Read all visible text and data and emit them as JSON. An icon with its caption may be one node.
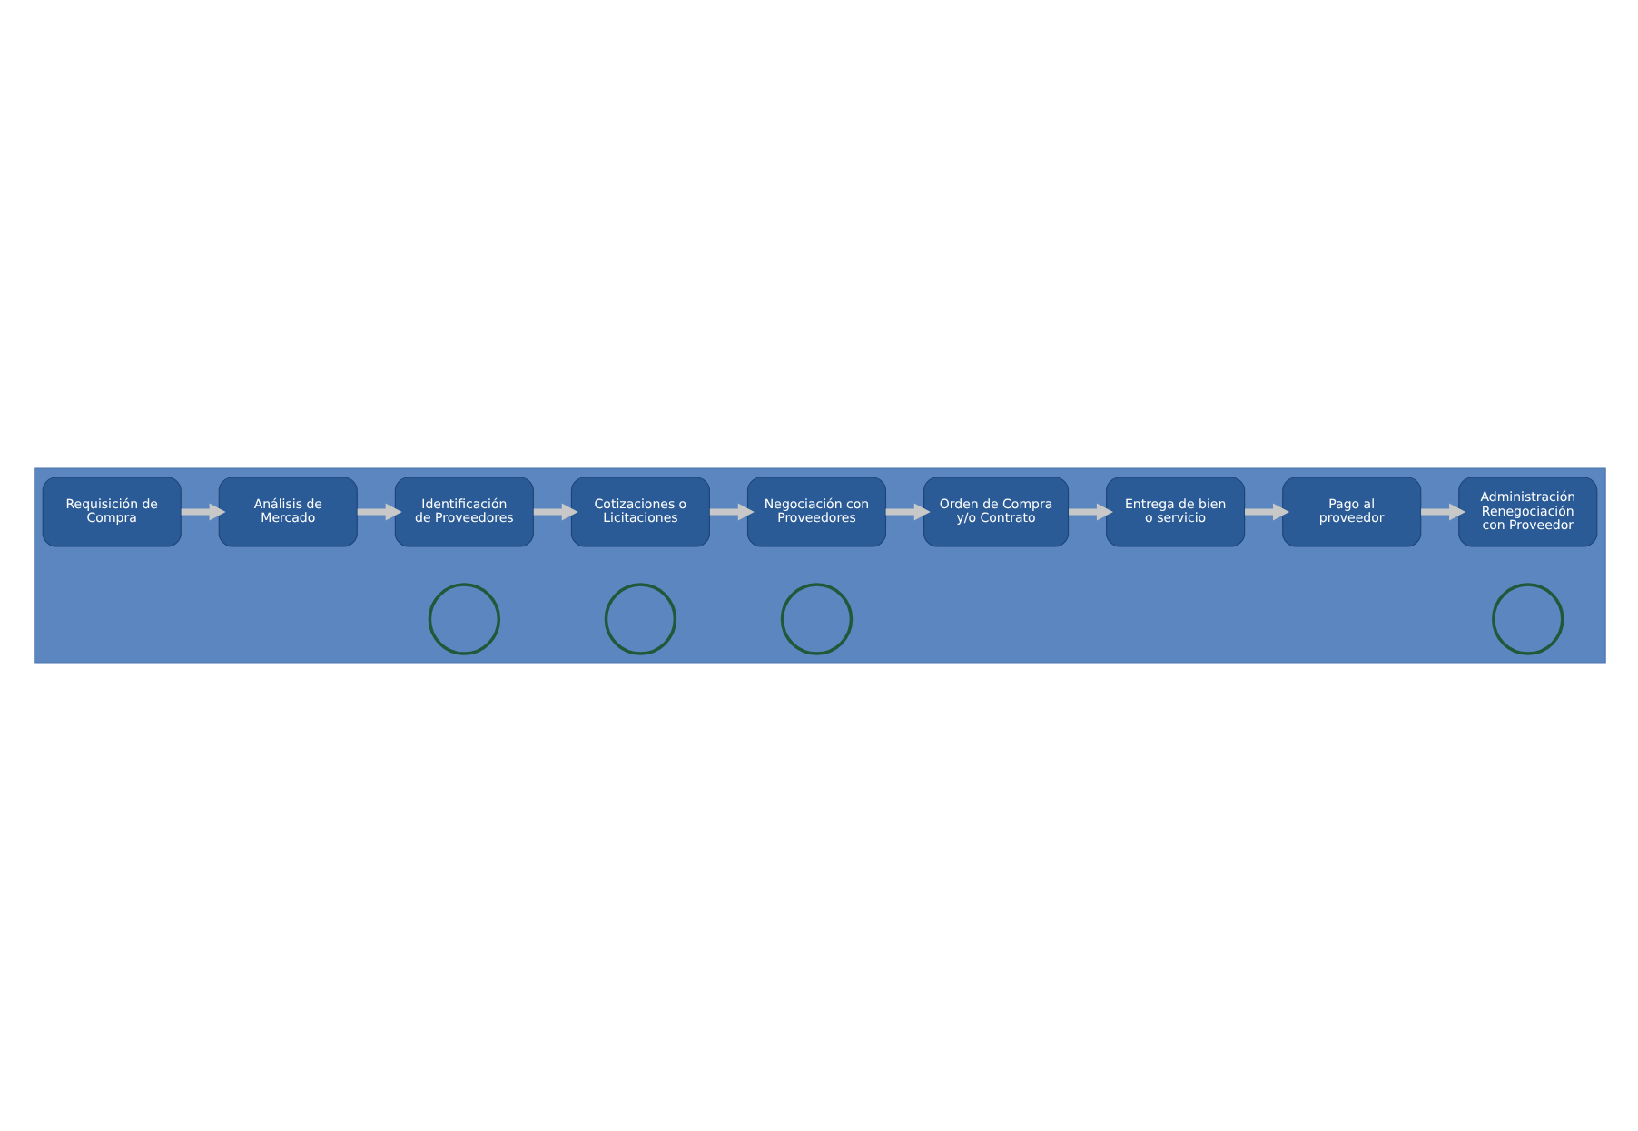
{
  "diagram": {
    "nodes": [
      {
        "text": [],
        "shape": "arrow"
      },
      {
        "text": [
          "Requisición de Compra"
        ],
        "in": 0
      },
      {
        "text": [
          "Análisis de Mercado"
        ],
        "in": 0
      },
      {
        "text": [],
        "shape": "circle",
        "in": 0
      },
      {
        "text": [
          "Identificación de Proveedores"
        ],
        "in": 0
      },
      {
        "text": [
          "Orden de Compra y/o Contrato"
        ],
        "in": 0
      },
      {
        "text": [],
        "shape": "circle",
        "in": 0
      },
      {
        "text": [
          "Negociación con Proveedores"
        ],
        "in": 0
      },
      {
        "text": [],
        "shape": "circle",
        "in": 0
      },
      {
        "text": [
          "Cotizaciones o Licitaciones"
        ],
        "in": 0
      },
      {
        "text": [
          "Entrega de bien o servicio"
        ],
        "in": 0
      },
      {
        "text": [
          "Pago al proveedor"
        ],
        "in": 0
      },
      {
        "text": [],
        "shape": "circle",
        "in": 0
      },
      {
        "text": [
          "Administración Renegociación con Proveedor"
        ],
        "in": 0
      }
    ],
    "edges": [
      {
        "from": 1,
        "to": 2,
        "arrow": "to"
      },
      {
        "from": 2,
        "to": 4,
        "arrow": "to"
      },
      {
        "from": 4,
        "to": 9,
        "arrow": "to"
      },
      {
        "from": 9,
        "to": 7,
        "arrow": "to"
      },
      {
        "from": 7,
        "to": 5,
        "arrow": "to"
      },
      {
        "from": 5,
        "to": 10,
        "arrow": "to"
      },
      {
        "from": 10,
        "to": 11,
        "arrow": "to"
      },
      {
        "from": 11,
        "to": 13,
        "arrow": "to"
      }
    ]
  }
}
